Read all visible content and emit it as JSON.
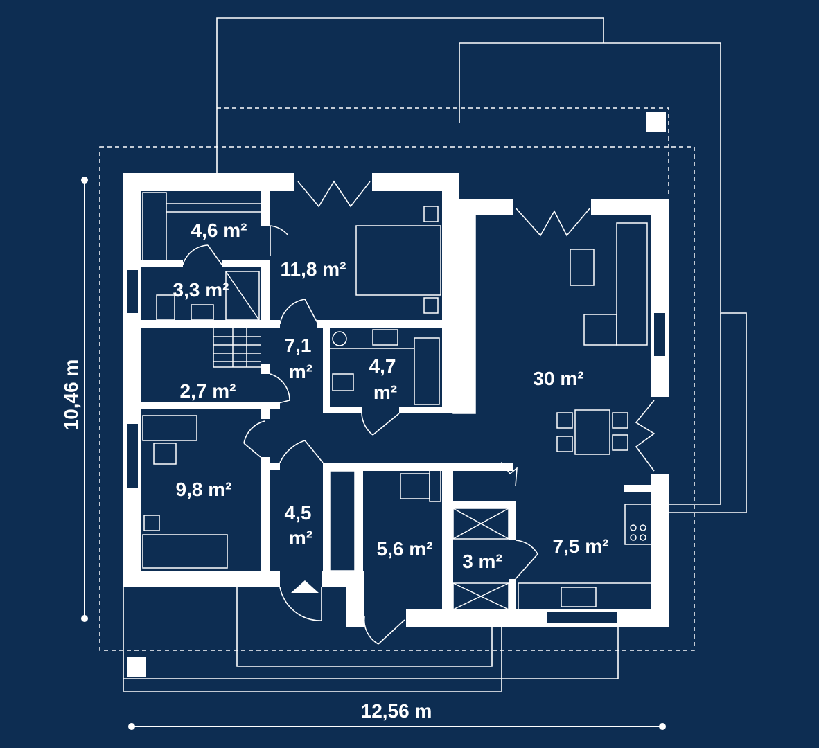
{
  "dimensions": {
    "width_label": "12,56 m",
    "height_label": "10,46 m"
  },
  "rooms": [
    {
      "id": "wardrobe",
      "area": "4,6 m²"
    },
    {
      "id": "bedroom-master",
      "area": "11,8 m²"
    },
    {
      "id": "bathroom-small",
      "area": "3,3 m²"
    },
    {
      "id": "hall-upper",
      "area_line1": "7,1",
      "area_line2": "m²"
    },
    {
      "id": "bathroom",
      "area_line1": "4,7",
      "area_line2": "m²"
    },
    {
      "id": "living",
      "area": "30 m²"
    },
    {
      "id": "stairs",
      "area": "2,7 m²"
    },
    {
      "id": "bedroom-small",
      "area": "9,8 m²"
    },
    {
      "id": "entrance",
      "area_line1": "4,5",
      "area_line2": "m²"
    },
    {
      "id": "utility",
      "area": "5,6 m²"
    },
    {
      "id": "pantry",
      "area": "3 m²"
    },
    {
      "id": "kitchen",
      "area": "7,5 m²"
    }
  ],
  "colors": {
    "background": "#0d2d52",
    "lines": "#ffffff"
  }
}
